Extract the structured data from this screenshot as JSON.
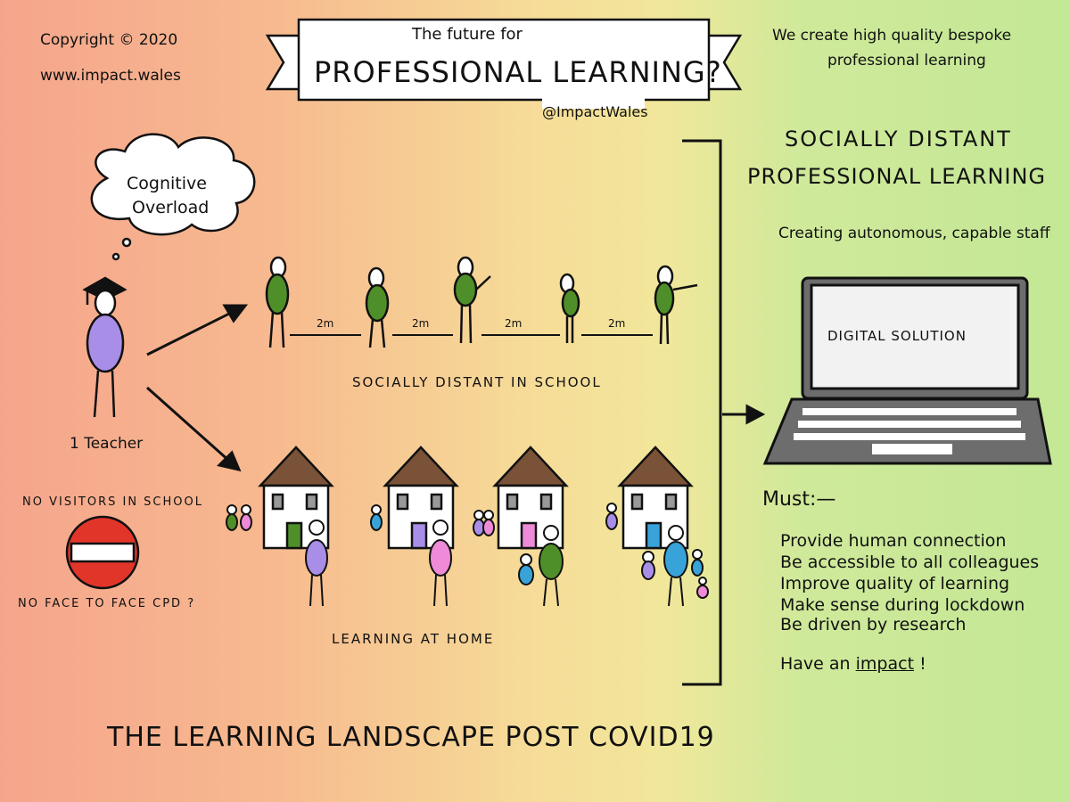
{
  "header": {
    "copyright": "Copyright © 2020",
    "website": "www.impact.wales",
    "banner_small": "The future for",
    "banner_title": "PROFESSIONAL LEARNING?",
    "handle": "@ImpactWales",
    "tagline_line1": "We create high quality bespoke",
    "tagline_line2": "professional learning"
  },
  "left": {
    "thought": [
      "Cognitive",
      "Overload"
    ],
    "teacher_label": "1 Teacher",
    "no_visitors": "NO VISITORS IN SCHOOL",
    "no_cpd": "NO FACE TO FACE CPD ?"
  },
  "middle": {
    "distance_labels": [
      "2m",
      "2m",
      "2m",
      "2m"
    ],
    "school_label": "SOCIALLY DISTANT IN SCHOOL",
    "home_label": "LEARNING AT HOME",
    "bottom_title": "THE LEARNING LANDSCAPE POST COVID19"
  },
  "right": {
    "title_line1": "SOCIALLY DISTANT",
    "title_line2": "PROFESSIONAL LEARNING",
    "subtitle": "Creating autonomous, capable staff",
    "screen_text": "DIGITAL SOLUTION",
    "must_label": "Must:—",
    "must_items": [
      "Provide human connection",
      "Be accessible to all colleagues",
      "Improve quality of learning",
      "Make sense during lockdown",
      "Be driven by research"
    ],
    "closing_prefix": "Have an",
    "closing_emphasis": "impact",
    "closing_suffix": "!"
  },
  "colors": {
    "purple": "#a98ee8",
    "green": "#4f8f2a",
    "pink": "#ee8ad8",
    "blue": "#38a3d8",
    "roof": "#7a5238",
    "no_entry": "#e2352a"
  },
  "icons": [
    "thought-cloud-icon",
    "graduation-cap-icon",
    "no-entry-sign-icon",
    "house-icon",
    "laptop-icon",
    "arrow-right-icon"
  ]
}
